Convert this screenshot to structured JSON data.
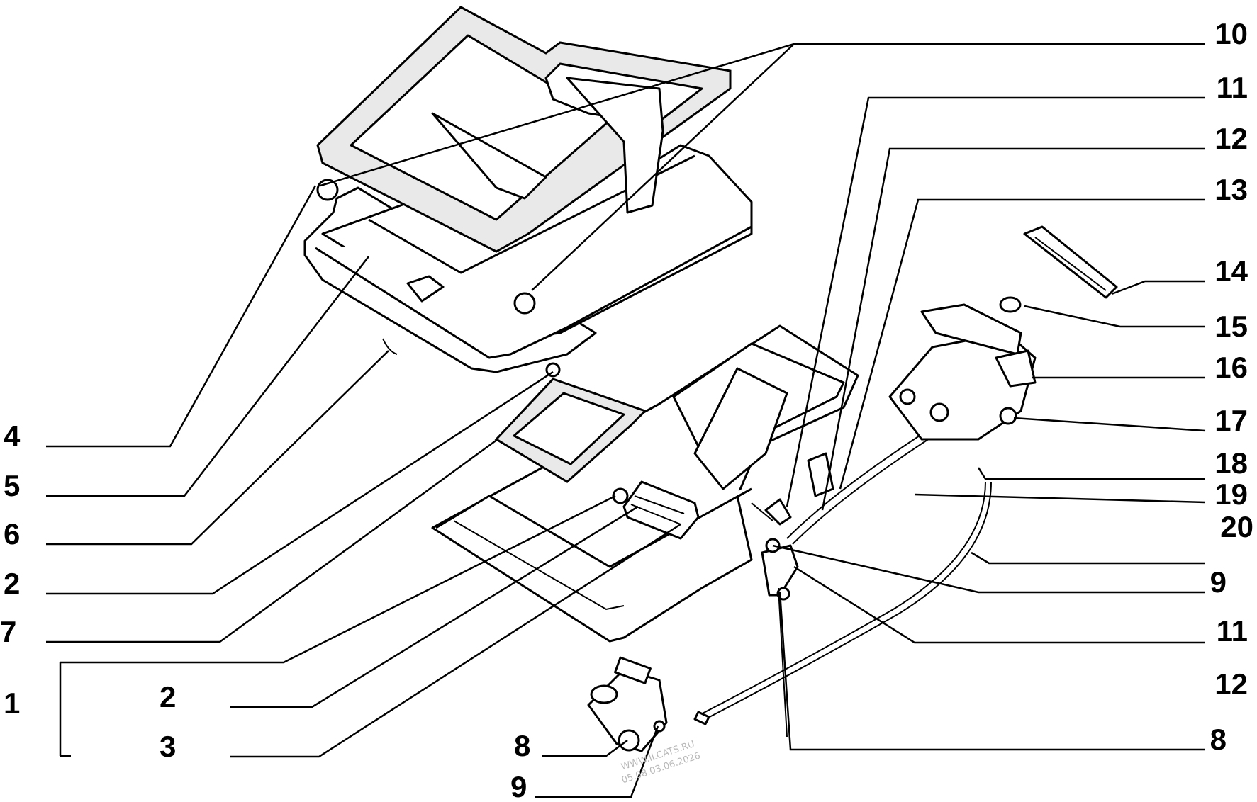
{
  "callouts_right": [
    "10",
    "11",
    "12",
    "13",
    "14",
    "15",
    "16",
    "17",
    "18",
    "19",
    "20",
    "9",
    "11",
    "12",
    "8"
  ],
  "callouts_left": [
    "4",
    "5",
    "6",
    "2",
    "7",
    "1",
    "2",
    "3"
  ],
  "callouts_bottom": [
    "8",
    "9"
  ],
  "watermark": [
    "WWW.ILCATS.RU",
    "05.08.03.06.2026"
  ],
  "colors": {
    "ink": "#000000",
    "seal_fill": "#e9e9e9",
    "watermark": "#b8b8b8"
  }
}
